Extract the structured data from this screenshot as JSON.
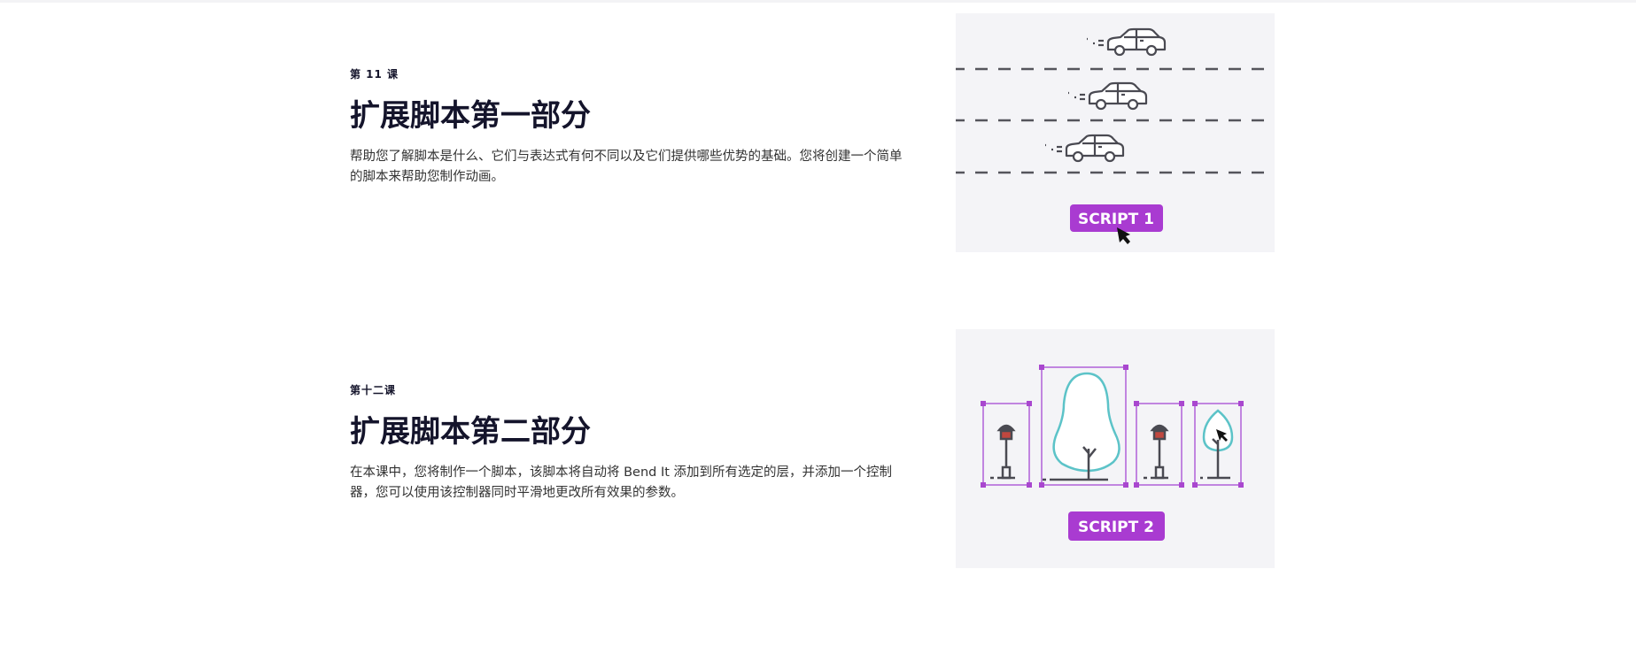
{
  "lessons": [
    {
      "label": "第 11 课",
      "title": "扩展脚本第一部分",
      "description": "帮助您了解脚本是什么、它们与表达式有何不同以及它们提供哪些优势的基础。您将创建一个简单的脚本来帮助您制作动画。",
      "image_button": "SCRIPT 1"
    },
    {
      "label": "第十二课",
      "title": "扩展脚本第二部分",
      "description": "在本课中，您将制作一个脚本，该脚本将自动将 Bend It 添加到所有选定的层，并添加一个控制器，您可以使用该控制器同时平滑地更改所有效果的参数。",
      "image_button": "SCRIPT 2"
    }
  ],
  "colors": {
    "accent": "#a93bd1",
    "frame": "#b060d8",
    "tree": "#5cc3c8",
    "ink": "#4a4a52"
  }
}
